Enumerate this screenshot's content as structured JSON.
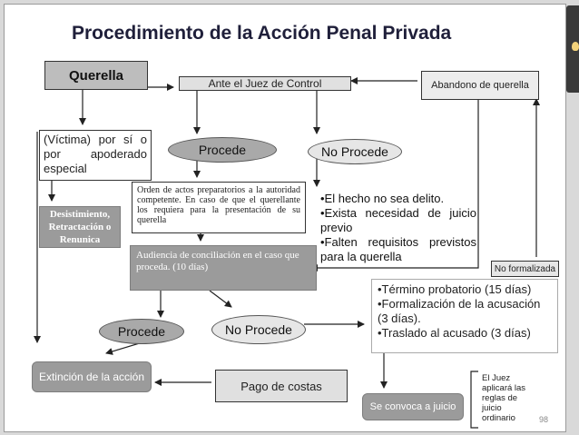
{
  "title": "Procedimiento de la Acción Penal Privada",
  "nodes": {
    "querella": "Querella",
    "juez_control": "Ante el Juez de Control",
    "abandono": "Abandono de querella",
    "victima": "(Víctima) por sí o por apoderado especial",
    "procede_1": "Procede",
    "no_procede_1": "No Procede",
    "desistimiento": "Desistimiento, Retractación o Renunica",
    "orden_actos": "Orden de actos preparatorios a la autoridad competente. En caso de que el querellante los requiera para la presentación de su querella",
    "no_procede_reasons": [
      "•El hecho no sea delito.",
      "•Exista necesidad de juicio previo",
      "•Falten requisitos previstos para la querella"
    ],
    "audiencia": "Audiencia de conciliación en el caso que proceda. (10 días)",
    "no_formalizada": "No formalizada",
    "termino_items": [
      "•Término probatorio (15 días)",
      "•Formalización de la acusación (3 días).",
      "•Traslado al acusado (3 días)"
    ],
    "procede_2": "Procede",
    "no_procede_2": "No Procede",
    "extincion": "Extinción de la acción",
    "pago_costas": "Pago de costas",
    "convoca": "Se convoca a juicio",
    "juez_note": "El Juez aplicará las reglas de juicio ordinario"
  },
  "page_number": "98"
}
